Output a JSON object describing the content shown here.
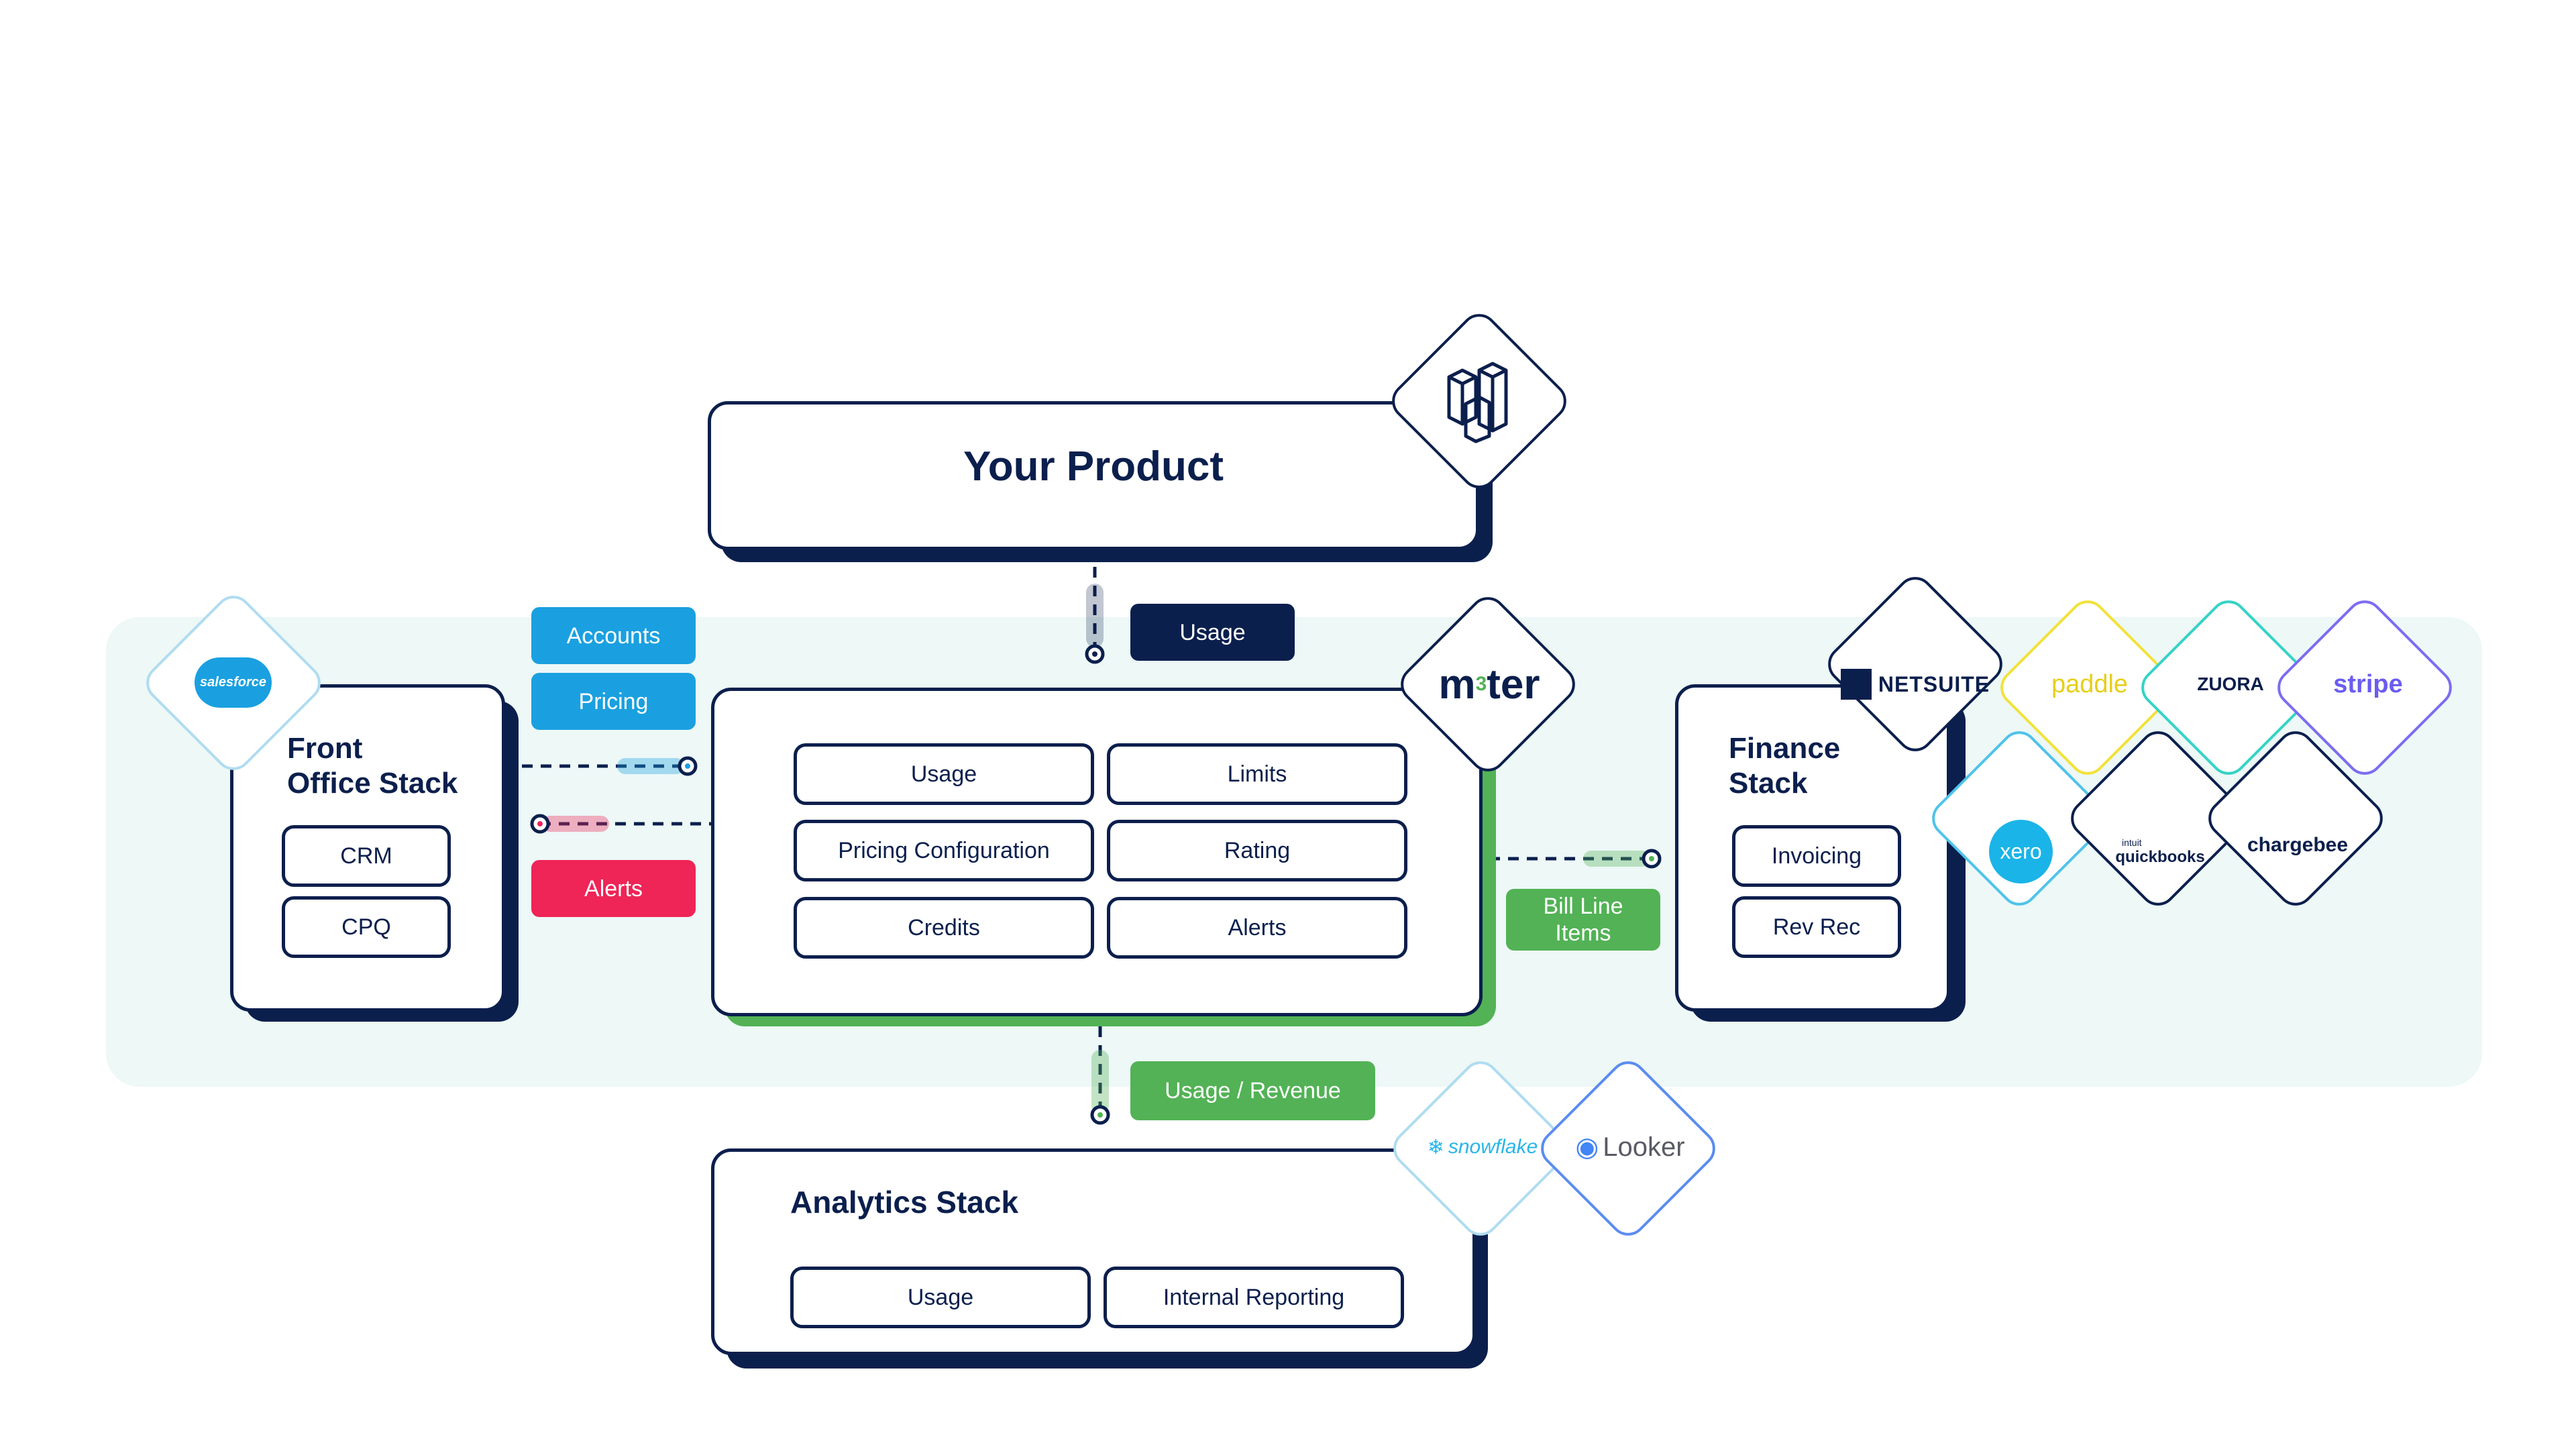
{
  "product": {
    "title": "Your Product"
  },
  "core": {
    "brand": "m3ter",
    "brand_prefix": "m",
    "brand_sup": "3",
    "brand_suffix": "ter",
    "items": [
      "Usage",
      "Limits",
      "Pricing Configuration",
      "Rating",
      "Credits",
      "Alerts"
    ]
  },
  "front_office": {
    "title_line1": "Front",
    "title_line2": "Office Stack",
    "items": [
      "CRM",
      "CPQ"
    ],
    "logo": "salesforce"
  },
  "finance": {
    "title_line1": "Finance",
    "title_line2": "Stack",
    "items": [
      "Invoicing",
      "Rev Rec"
    ],
    "logos": [
      "NETSUITE",
      "paddle",
      "ZUORA",
      "stripe",
      "xero",
      "quickbooks",
      "chargebee"
    ],
    "quickbooks_small": "intuit"
  },
  "analytics": {
    "title": "Analytics Stack",
    "items": [
      "Usage",
      "Internal Reporting"
    ],
    "logos": [
      "snowflake",
      "Looker"
    ]
  },
  "flows": {
    "accounts": "Accounts",
    "pricing": "Pricing",
    "alerts": "Alerts",
    "usage_top": "Usage",
    "bill_line_1": "Bill Line",
    "bill_line_2": "Items",
    "usage_revenue": "Usage / Revenue"
  },
  "colors": {
    "navy": "#0b1f4d",
    "blue": "#1aa0e0",
    "red": "#ef2457",
    "green": "#52b255",
    "band": "#edf8f7"
  }
}
